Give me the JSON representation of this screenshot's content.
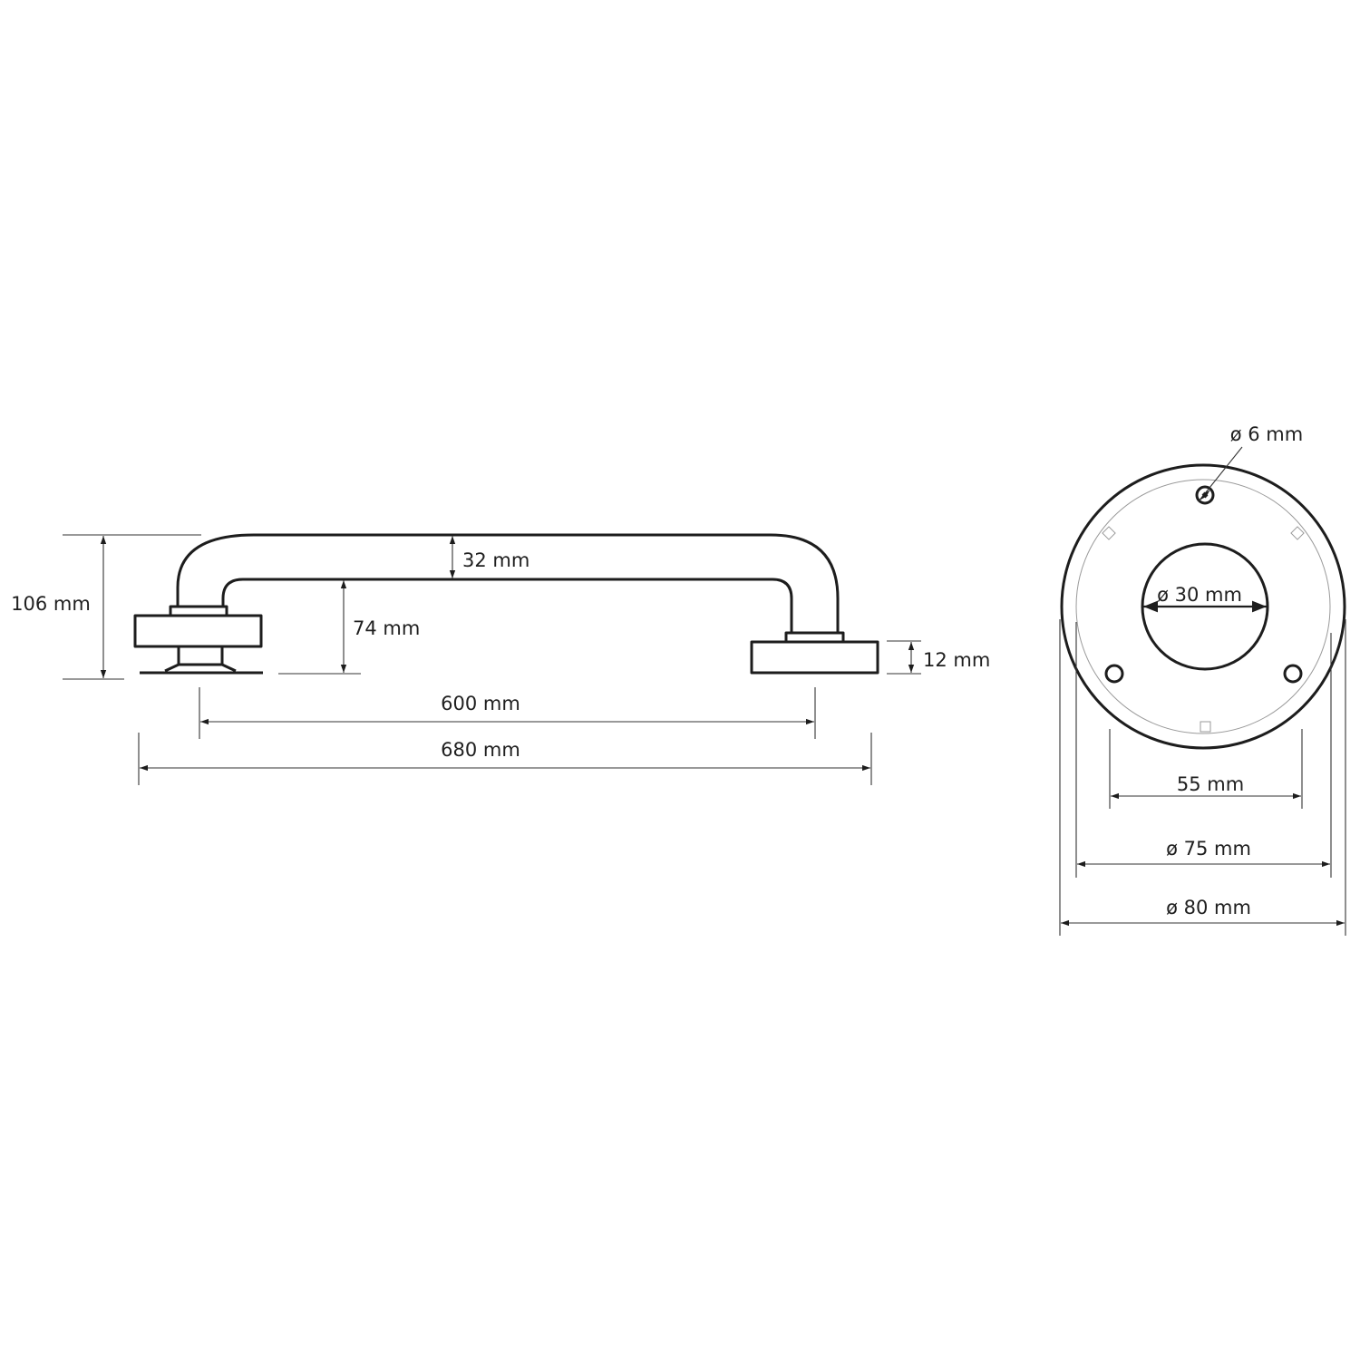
{
  "side_view": {
    "overall_height": "106 mm",
    "tube_diameter": "32 mm",
    "clearance": "74 mm",
    "flange_thickness": "12 mm",
    "center_distance": "600 mm",
    "overall_length": "680 mm"
  },
  "front_view": {
    "screw_hole": "ø 6 mm",
    "tube_opening": "ø 30 mm",
    "hole_spacing": "55 mm",
    "cover_diameter": "ø 75 mm",
    "flange_diameter": "ø 80 mm"
  }
}
